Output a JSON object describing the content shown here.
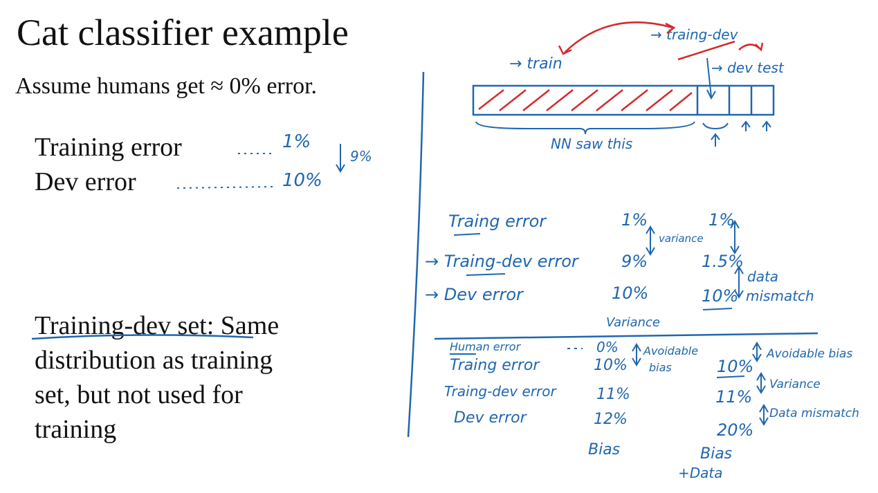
{
  "slide": {
    "title": "Cat classifier example",
    "assumption": "Assume humans get ≈ 0% error.",
    "training_error_label": "Training error",
    "dev_error_label": "Dev error",
    "training_dev_set_lines": [
      "Training-dev set: Same",
      "distribution as training",
      "set, but not used for",
      "training"
    ]
  },
  "handwritten": {
    "left_notes": {
      "training_error": "1%",
      "dev_error": "10%",
      "gap": "9%"
    },
    "diagram": {
      "train": "→ train",
      "training_dev": "→ traing-dev",
      "dev_test": "→ dev test",
      "nn_saw_this": "NN saw this"
    },
    "example1": {
      "rows": [
        {
          "label": "Traing error",
          "a": "1%",
          "b": "1%"
        },
        {
          "label": "→ Traing-dev error",
          "a": "9%",
          "b": "1.5%"
        },
        {
          "label": "→ Dev error",
          "a": "10%",
          "b": "10%"
        }
      ],
      "variance_note": "variance",
      "data_mismatch_note_1": "data",
      "data_mismatch_note_2": "mismatch",
      "caption_a": "Variance"
    },
    "example2": {
      "rows": [
        {
          "label": "Human error",
          "a": "0%",
          "b": ""
        },
        {
          "label": "Traing error",
          "a": "10%",
          "b": "10%"
        },
        {
          "label": "Traing-dev error",
          "a": "11%",
          "b": "11%"
        },
        {
          "label": "Dev error",
          "a": "12%",
          "b": "20%"
        }
      ],
      "avoidable_bias_a_1": "Avoidable",
      "avoidable_bias_a_2": "bias",
      "avoidable_bias_b": "Avoidable bias",
      "variance_b": "Variance",
      "data_mismatch_b": "Data mismatch",
      "caption_a": "Bias",
      "caption_b_1": "Bias",
      "caption_b_2": "+Data"
    }
  },
  "colors": {
    "ink_blue": "#1f66b0",
    "ink_red": "#d42a2a",
    "text": "#111111"
  }
}
